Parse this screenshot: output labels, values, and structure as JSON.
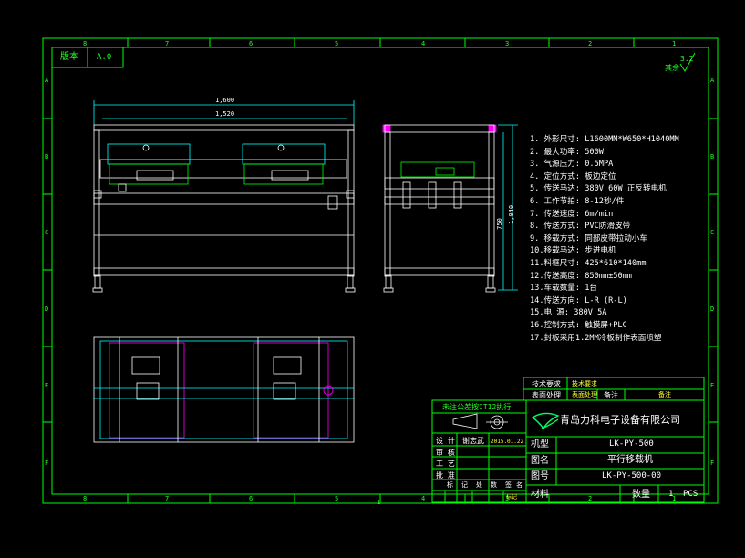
{
  "colors": {
    "background": "#000000",
    "frame": "#00ff00",
    "drawing": "#ffffff",
    "accent": "#ff00ff",
    "dims": "#00ffff",
    "title": "#ffff33"
  },
  "frame": {
    "version_label": "版本",
    "version_value": "A.0",
    "roughness": "3.2",
    "roughness_note": "其余",
    "zones_top": [
      "8",
      "7",
      "6",
      "5",
      "4",
      "3",
      "2",
      "1"
    ],
    "zones_side": [
      "A",
      "B",
      "C",
      "D",
      "E",
      "F"
    ],
    "bottom_center": "1"
  },
  "front_view": {
    "dim_overall": "1,600",
    "dim_inner": "1,520"
  },
  "side_view": {
    "dim_height_a": "750",
    "dim_height_b": "1,040"
  },
  "specs": [
    "1. 外形尺寸: L1600MM*W650*H1040MM",
    "2. 最大功率: 500W",
    "3. 气源压力: 0.5MPA",
    "4. 定位方式: 板边定位",
    "5. 传送马达: 380V 60W 正反转电机",
    "6. 工作节拍: 8-12秒/件",
    "7. 传送速度: 6m/min",
    "8. 传送方式: PVC防滑皮带",
    "9. 移载方式: 同部皮带拉动小车",
    "10.移载马达: 步进电机",
    "11.料框尺寸: 425*610*140mm",
    "12.传送高度: 850mm±50mm",
    "13.车载数量: 1台",
    "14.传送方向: L-R (R-L)",
    "15.电 源: 380V 5A",
    "16.控制方式: 触摸屏+PLC",
    "17.封板采用1.2MM冷板制作表面喷塑"
  ],
  "title_block": {
    "tech_req_label": "技术要求",
    "tech_req_value": "技术要求",
    "surface_label": "表面处理",
    "surface_value": "表面处理",
    "remark_label": "备注",
    "remark_value": "备注",
    "tolerance_note": "未注公差按IT12执行",
    "company": "青岛力科电子设备有限公司",
    "model_label": "机型",
    "model_value": "LK-PY-500",
    "drawing_name_label": "图名",
    "drawing_name_value": "平行移载机",
    "drawing_no_label": "图号",
    "drawing_no_value": "LK-PY-500-00",
    "material_label": "材料",
    "qty_label": "数量",
    "qty_value": "1",
    "qty_unit": "PCS",
    "design_label": "设 计",
    "designer": "谢志武",
    "date": "2015.01.22",
    "review_label": "审 核",
    "process_label": "工 艺",
    "approve_label": "批 准",
    "rev_headers": [
      "标",
      "记",
      "处",
      "数",
      "签",
      "名"
    ],
    "rev_value": "标记"
  }
}
